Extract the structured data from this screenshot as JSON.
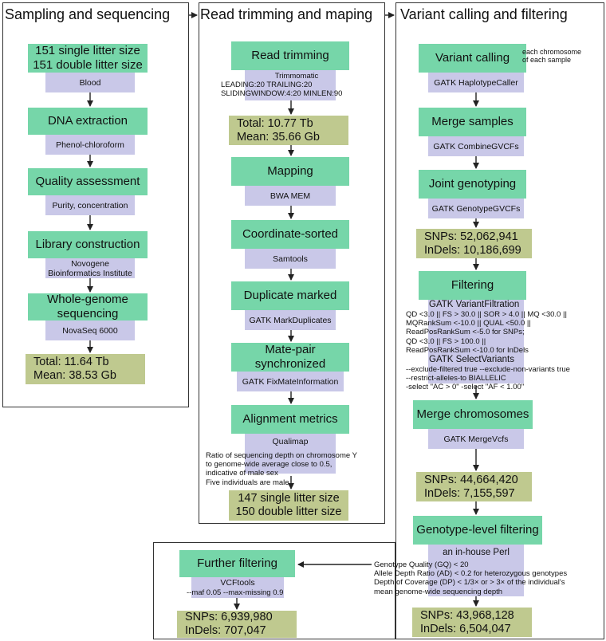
{
  "columns": {
    "sampling": {
      "title": "Sampling and sequencing"
    },
    "trimming": {
      "title": "Read trimming and maping"
    },
    "variant": {
      "title": "Variant calling and filtering"
    }
  },
  "sampling": {
    "sample_sizes": [
      "151 single litter size",
      "151 double litter size"
    ],
    "tissue": "Blood",
    "dna_extraction": {
      "step": "DNA extraction",
      "method": "Phenol-chloroform"
    },
    "quality_assessment": {
      "step": "Quality assessment",
      "method": "Purity, concentration"
    },
    "library_construction": {
      "step": "Library construction",
      "method": "Novogene Bioinformatics Institute"
    },
    "wgs": {
      "step": "Whole-genome sequencing",
      "method": "NovaSeq 6000"
    },
    "output": [
      "Total: 11.64 Tb",
      "Mean: 38.53 Gb"
    ]
  },
  "trimming": {
    "read_trimming": {
      "step": "Read trimming",
      "params": [
        "Trimmomatic",
        "LEADING:20 TRAILING:20",
        "SLIDINGWINDOW:4:20 MINLEN:90"
      ]
    },
    "trim_output": [
      "Total: 10.77 Tb",
      "Mean: 35.66 Gb"
    ],
    "mapping": {
      "step": "Mapping",
      "method": "BWA MEM"
    },
    "coordinate_sorted": {
      "step": "Coordinate-sorted",
      "method": "Samtools"
    },
    "duplicate_marked": {
      "step": "Duplicate marked",
      "method": "GATK MarkDuplicates"
    },
    "mate_pair": {
      "step": "Mate-pair synchronized",
      "method": "GATK FixMateInformation"
    },
    "alignment_metrics": {
      "step": "Alignment metrics",
      "method": "Qualimap"
    },
    "sex_note": [
      "Ratio of sequencing depth on chromosome Y",
      "to genome-wide average close to 0.5,",
      "indicative of male sex",
      "Five individuals are male"
    ],
    "final_output": [
      "147 single litter size",
      "150 double litter size"
    ]
  },
  "variant": {
    "variant_calling": {
      "step": "Variant calling",
      "method": "GATK HaplotypeCaller",
      "note": [
        "each chromosome",
        "of each sample"
      ]
    },
    "merge_samples": {
      "step": "Merge samples",
      "method": "GATK CombineGVCFs"
    },
    "joint_genotyping": {
      "step": "Joint genotyping",
      "method": "GATK GenotypeGVCFs"
    },
    "joint_output": [
      "SNPs: 52,062,941",
      "InDels: 10,186,699"
    ],
    "filtering": {
      "step": "Filtering",
      "tool1": "GATK VariantFiltration",
      "tool1_params": [
        "QD <3.0 || FS > 30.0 || SOR > 4.0 || MQ <30.0 ||",
        "MQRankSum <-10.0 || QUAL <50.0 ||",
        "ReadPosRankSum <-5.0 for SNPs;",
        "QD <3.0 || FS > 100.0 ||",
        "ReadPosRankSum <-10.0 for InDels"
      ],
      "tool2": "GATK SelectVariants",
      "tool2_params": [
        "--exclude-filtered true --exclude-non-variants true",
        "--restrict-alleles-to BIALLELIC",
        "-select \"AC > 0\" -select \"AF < 1.00\""
      ]
    },
    "merge_chromosomes": {
      "step": "Merge chromosomes",
      "method": "GATK MergeVcfs"
    },
    "merge_output": [
      "SNPs: 44,664,420",
      "InDels: 7,155,597"
    ],
    "genotype_filtering": {
      "step": "Genotype-level filtering",
      "tool": "an in-house Perl",
      "params": [
        "Genotype Quality (GQ) < 20",
        "Allele Depth Ratio (AD) < 0.2 for heterozygous genotypes",
        "Depth of Coverage (DP) < 1/3× or > 3× of the individual's",
        "mean genome-wide sequencing depth"
      ]
    },
    "genotype_output": [
      "SNPs: 43,968,128",
      "InDels: 6,504,047"
    ],
    "further_filtering": {
      "step": "Further filtering",
      "tool": "VCFtools",
      "params": "--maf 0.05 --max-missing 0.9"
    },
    "further_output": [
      "SNPs: 6,939,980",
      "InDels: 707,047"
    ]
  },
  "colors": {
    "step": "#76d6a9",
    "method": "#c9c8e8",
    "output": "#bfc98f",
    "line": "#222222"
  }
}
